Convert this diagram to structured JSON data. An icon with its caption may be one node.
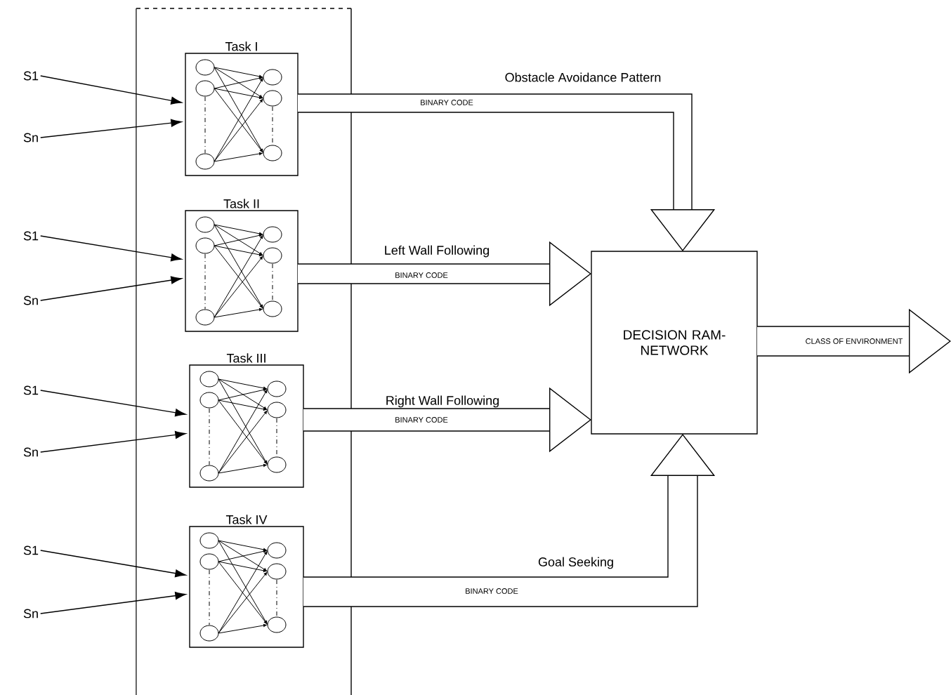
{
  "diagram": {
    "nodes": [
      {
        "text": [],
        "shape": "box"
      },
      {
        "text": [
          "Task I"
        ],
        "in": 0
      },
      {
        "text": [
          "Task II"
        ],
        "in": 0
      },
      {
        "text": [
          "Task III"
        ],
        "in": 0
      },
      {
        "text": [
          "Task IV"
        ],
        "in": 0
      },
      {
        "text": [
          "DECISION RAM-NETWORK"
        ]
      },
      {
        "text": [
          "S1"
        ]
      },
      {
        "text": [
          "Sn"
        ]
      },
      {
        "text": [
          "S1"
        ]
      },
      {
        "text": [
          "Sn"
        ]
      },
      {
        "text": [
          "S1"
        ]
      },
      {
        "text": [
          "Sn"
        ]
      },
      {
        "text": [
          "S1"
        ]
      },
      {
        "text": [
          "Sn"
        ]
      }
    ],
    "edges": [
      {
        "from": 6,
        "to": 1,
        "arrow": "to"
      },
      {
        "from": 7,
        "to": 1,
        "arrow": "to"
      },
      {
        "from": 8,
        "to": 2,
        "arrow": "to"
      },
      {
        "from": 9,
        "to": 2,
        "arrow": "to"
      },
      {
        "from": 10,
        "to": 3,
        "arrow": "to"
      },
      {
        "from": 11,
        "to": 3,
        "arrow": "to"
      },
      {
        "from": 12,
        "to": 4,
        "arrow": "to"
      },
      {
        "from": 13,
        "to": 4,
        "arrow": "to"
      },
      {
        "from": 1,
        "to": 5,
        "arrow": "to",
        "label": "Obstacle Avoidance Pattern",
        "style": "thick"
      },
      {
        "from": 2,
        "to": 5,
        "arrow": "to",
        "label": "Left Wall Following",
        "style": "thick"
      },
      {
        "from": 3,
        "to": 5,
        "arrow": "to",
        "label": "Right Wall Following",
        "style": "thick"
      },
      {
        "from": 4,
        "to": 5,
        "arrow": "to",
        "label": "Goal Seeking",
        "style": "thick"
      },
      {
        "from": 5,
        "to": null,
        "arrow": "to",
        "label": "CLASS OF ENVIRONMENT",
        "style": "thick"
      }
    ],
    "labels": [
      "BINARY CODE",
      "BINARY CODE",
      "BINARY CODE",
      "BINARY CODE"
    ]
  }
}
